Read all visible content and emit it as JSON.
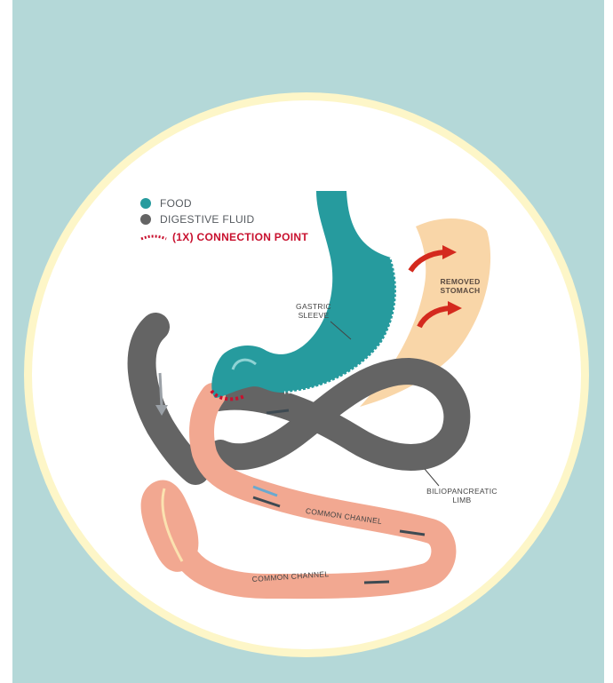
{
  "colors": {
    "frame_bg": "#b4d8d8",
    "circle_fill": "#ffffff",
    "circle_rim": "#fdf6c8",
    "food": "#269b9e",
    "digestive_fluid": "#646464",
    "connection_point": "#c8102e",
    "intestine": "#f2a891",
    "removed_stomach": "#f9d6a8",
    "arrow_red": "#d42a1e"
  },
  "legend": {
    "food_label": "FOOD",
    "fluid_label": "DIGESTIVE FLUID",
    "connection_label": "(1X) CONNECTION POINT"
  },
  "labels": {
    "gastric_sleeve": [
      "GASTRIC",
      "SLEEVE"
    ],
    "removed_stomach": [
      "REMOVED",
      "STOMACH"
    ],
    "biliopancreatic_limb": [
      "BILIOPANCREATIC",
      "LIMB"
    ],
    "common_channel_upper": "COMMON CHANNEL",
    "common_channel_lower": "COMMON CHANNEL"
  }
}
